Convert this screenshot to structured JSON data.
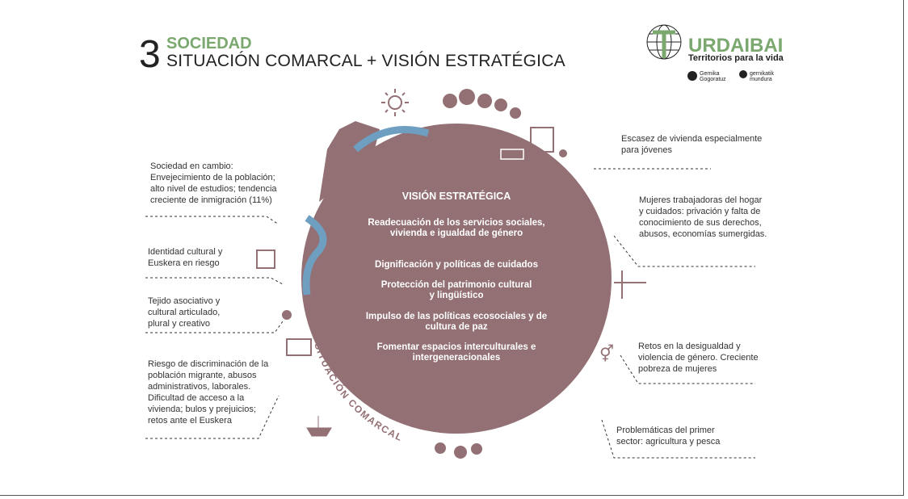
{
  "header": {
    "number": "3",
    "section": "SOCIEDAD",
    "title": "SITUACIÓN COMARCAL + VISIÓN ESTRATÉGICA"
  },
  "logo": {
    "name": "URDAIBAI",
    "tagline": "Territorios para la vida",
    "partner1": "Gernika Gogoratuz",
    "partner2": "gernikatik mundura"
  },
  "circle": {
    "color": "#937074",
    "river_color": "#6f9fc0",
    "curved_label": "SITUACIÓN COMARCAL",
    "vision_title": "VISIÓN ESTRATÉGICA",
    "vision_items": [
      "Readecuación de los servicios sociales, vivienda e igualdad de género",
      "Dignificación y políticas de cuidados",
      "Protección del patrimonio cultural y lingüístico",
      "Impulso de las políticas ecosociales y de cultura de paz",
      "Fomentar espacios interculturales e intergeneracionales"
    ]
  },
  "notes_left": [
    "Sociedad en cambio: Envejecimiento de la población; alto nivel de estudios; tendencia creciente de inmigración (11%)",
    "Identidad cultural y Euskera en riesgo",
    "Tejido asociativo y cultural articulado, plural y creativo",
    "Riesgo de discriminación de la población migrante, abusos administrativos, laborales. Dificultad de acceso a la vivienda; bulos y prejuicios; retos ante el Euskera"
  ],
  "notes_right": [
    "Escasez de vivienda especialmente para  jóvenes",
    "Mujeres trabajadoras del hogar y cuidados: privación y falta de conocimiento de sus derechos, abusos, economías sumergidas.",
    "Retos en la desigualdad y violencia de género. Creciente pobreza de mujeres",
    "Problemáticas del primer sector:  agricultura y pesca"
  ],
  "colors": {
    "accent": "#7aa86e"
  }
}
